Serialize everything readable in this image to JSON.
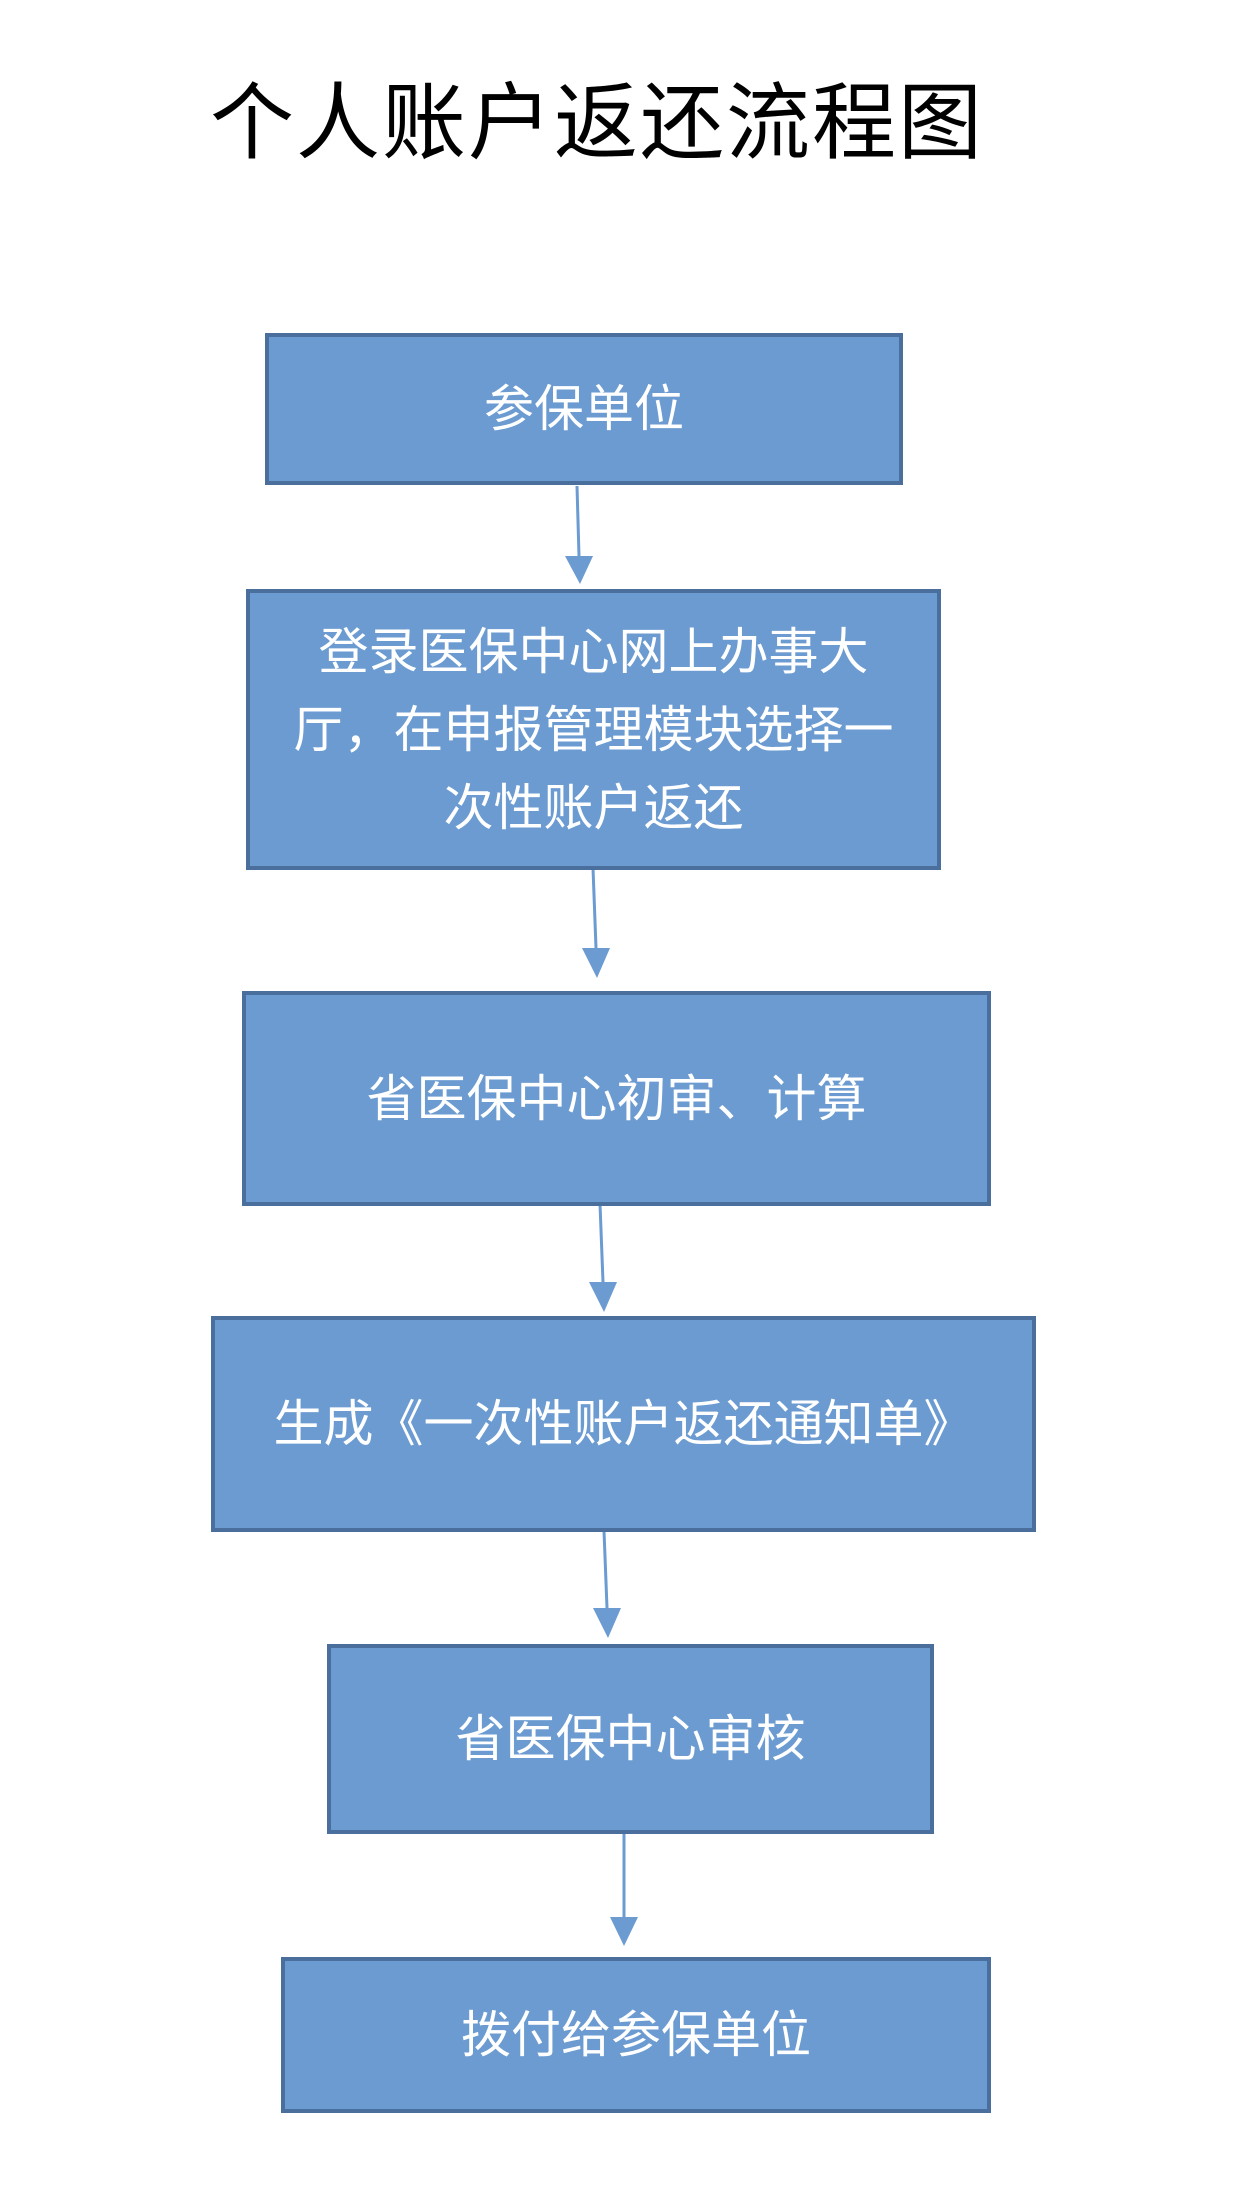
{
  "title": "个人账户返还流程图",
  "colors": {
    "box_fill": "#6b9bd1",
    "box_border": "#4a6f9c",
    "arrow": "#6b9bd1",
    "text": "#ffffff"
  },
  "steps": [
    {
      "label": "参保单位"
    },
    {
      "label": "登录医保中心网上办事大厅，在申报管理模块选择一次性账户返还"
    },
    {
      "label": "省医保中心初审、计算"
    },
    {
      "label": "生成《一次性账户返还通知单》"
    },
    {
      "label": "省医保中心审核"
    },
    {
      "label": "拨付给参保单位"
    }
  ]
}
